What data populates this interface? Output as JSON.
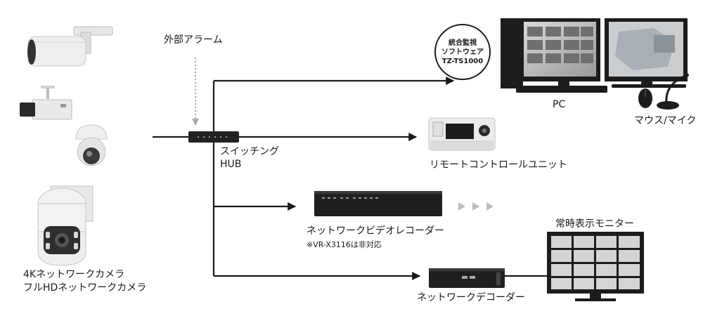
{
  "labels": {
    "external_alarm": "外部アラーム",
    "switching_hub_line1": "スイッチング",
    "switching_hub_line2": "HUB",
    "pc": "PC",
    "mouse_mic": "マウス/マイク",
    "remote_control_unit": "リモートコントロールユニット",
    "network_video_recorder": "ネットワークビデオレコーダー",
    "nvr_note": "※VR-X3116は非対応",
    "network_decoder": "ネットワークデコーダー",
    "display_monitor": "常時表示モニター",
    "camera_line1": "4Kネットワークカメラ",
    "camera_line2": "フルHDネットワークカメラ"
  },
  "software_badge": {
    "line1": "統合監視",
    "line2": "ソフトウェア",
    "line3": "TZ-TS1000"
  },
  "icons": {
    "cameras": [
      "bullet-camera-icon",
      "box-camera-icon",
      "dome-camera-icon",
      "ptz-camera-icon"
    ],
    "hub": "switching-hub-icon",
    "pc": "pc-dual-monitor-icon",
    "mouse": "mouse-icon",
    "mic": "microphone-icon",
    "remote": "remote-controller-icon",
    "recorder": "video-recorder-icon",
    "decoder": "decoder-icon",
    "monitor": "multi-screen-monitor-icon"
  },
  "colors": {
    "line": "#1a1a1a",
    "alarm_arrow": "#aaaaaa",
    "device_dark": "#222222",
    "device_light": "#e8e8e8"
  }
}
